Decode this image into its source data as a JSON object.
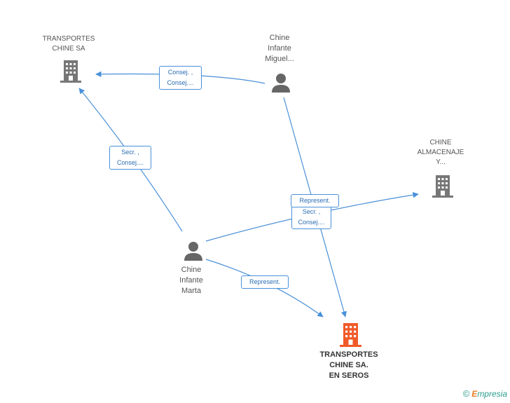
{
  "nodes": {
    "transportes_chine": {
      "lines": [
        "TRANSPORTES",
        "CHINE SA"
      ],
      "kind": "company",
      "color": "#777777"
    },
    "miguel": {
      "lines": [
        "Chine",
        "Infante",
        "Miguel..."
      ],
      "kind": "person",
      "color": "#666666"
    },
    "almacenaje": {
      "lines": [
        "CHINE",
        "ALMACENAJE",
        "Y..."
      ],
      "kind": "company",
      "color": "#777777"
    },
    "marta": {
      "lines": [
        "Chine",
        "Infante",
        "Marta"
      ],
      "kind": "person",
      "color": "#666666"
    },
    "main_company": {
      "lines": [
        "TRANSPORTES",
        "CHINE SA.",
        "EN SEROS"
      ],
      "kind": "company",
      "color": "#f05a28"
    }
  },
  "edges": {
    "miguel_to_transportes": {
      "lines": [
        "Consej. ,",
        "Consej...."
      ]
    },
    "marta_to_transportes": {
      "lines": [
        "Secr. ,",
        "Consej...."
      ]
    },
    "miguel_to_main": {
      "lines": [
        "Represent."
      ]
    },
    "marta_to_almacenaje": {
      "lines": [
        "Secr. ,",
        "Consej...."
      ]
    },
    "marta_to_main": {
      "lines": [
        "Represent."
      ]
    }
  },
  "colors": {
    "edge": "#4a90d9"
  },
  "footer": {
    "copyright": "©",
    "brand_first": "E",
    "brand_rest": "mpresia"
  }
}
